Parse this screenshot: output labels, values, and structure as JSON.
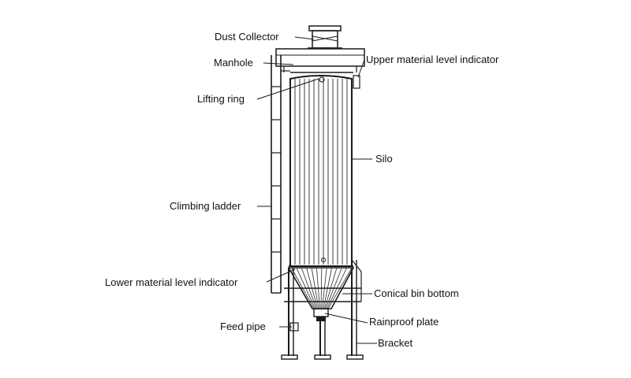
{
  "diagram": {
    "labels": {
      "dust_collector": "Dust Collector",
      "manhole": "Manhole",
      "upper_level_indicator": "Upper material level indicator",
      "lifting_ring": "Lifting ring",
      "silo": "Silo",
      "climbing_ladder": "Climbing ladder",
      "lower_level_indicator": "Lower material level indicator",
      "conical_bin_bottom": "Conical bin bottom",
      "feed_pipe": "Feed pipe",
      "rainproof_plate": "Rainproof plate",
      "bracket": "Bracket"
    }
  }
}
